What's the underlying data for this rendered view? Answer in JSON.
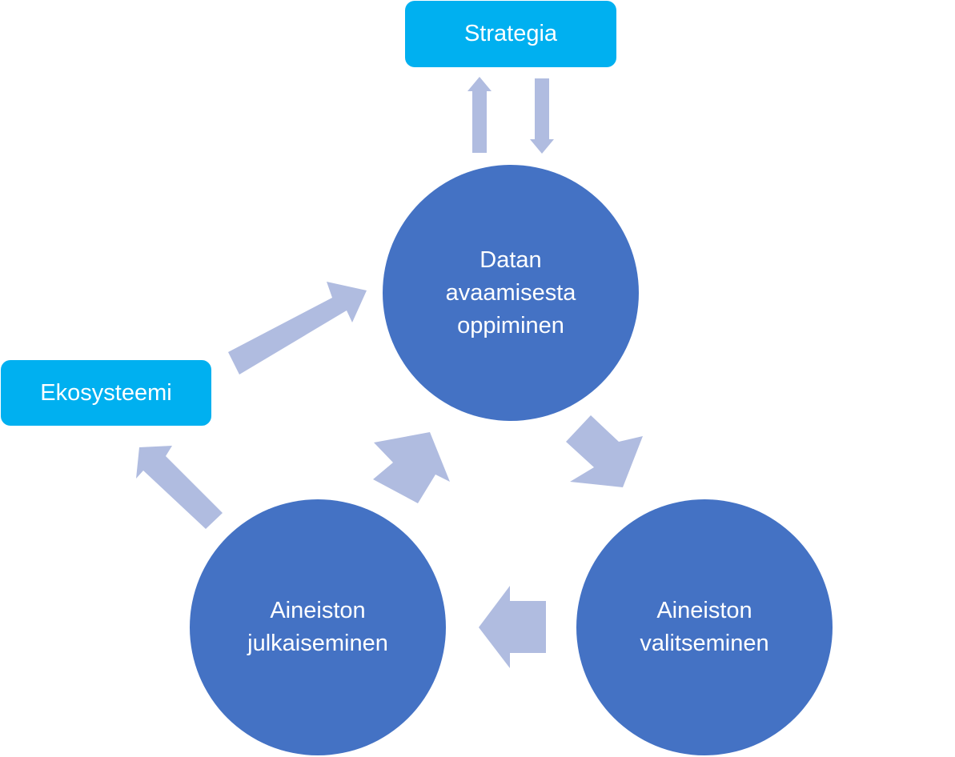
{
  "nodes": {
    "strategy": {
      "label": "Strategia"
    },
    "ecosystem": {
      "label": "Ekosysteemi"
    },
    "learning": {
      "label": "Datan\navaamisesta\noppiminen"
    },
    "selection": {
      "label": "Aineiston\nvalitseminen"
    },
    "publishing": {
      "label": "Aineiston\njulkaiseminen"
    }
  },
  "colors": {
    "box": "#00b0f0",
    "circle": "#4472c4",
    "arrow": "#b0bce0",
    "text": "#ffffff"
  }
}
